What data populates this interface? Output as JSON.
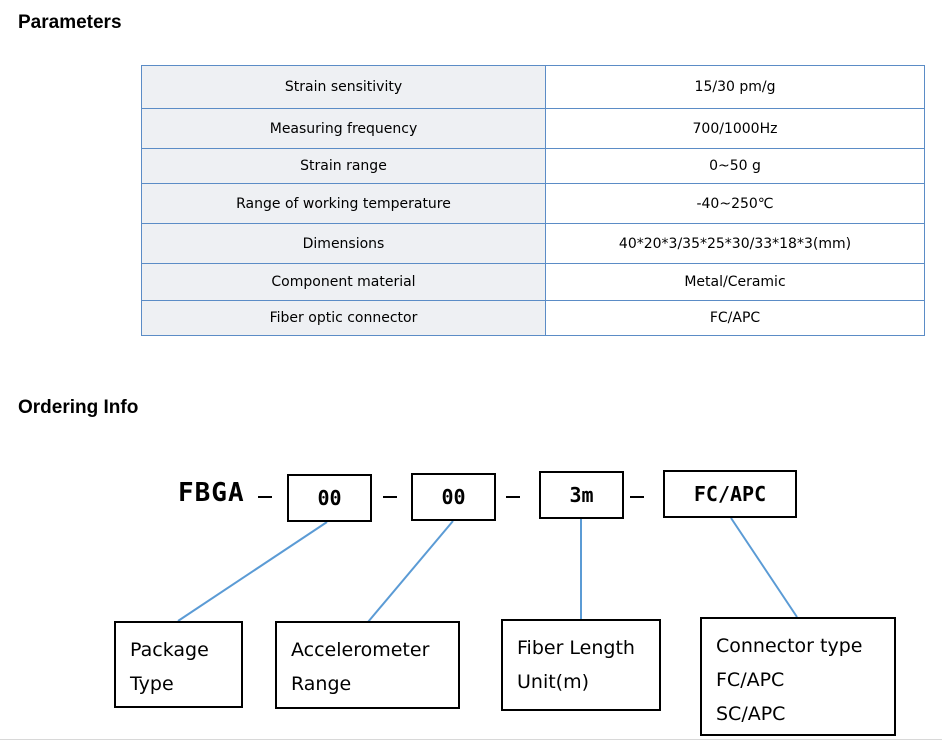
{
  "sections": {
    "parameters_title": "Parameters",
    "ordering_title": "Ordering Info"
  },
  "parameters": [
    {
      "label": "Strain sensitivity",
      "value": "15/30 pm/g"
    },
    {
      "label": "Measuring frequency",
      "value": "700/1000Hz"
    },
    {
      "label": "Strain range",
      "value": "0~50 g"
    },
    {
      "label": "Range of working temperature",
      "value": "-40~250℃"
    },
    {
      "label": "Dimensions",
      "value": "40*20*3/35*25*30/33*18*3(mm)"
    },
    {
      "label": "Component material",
      "value": "Metal/Ceramic"
    },
    {
      "label": "Fiber optic connector",
      "value": "FC/APC"
    }
  ],
  "ordering": {
    "prefix": "FBGA",
    "codes": [
      "00",
      "00",
      "3m",
      "FC/APC"
    ],
    "descriptions": [
      {
        "lines": [
          "Package",
          "Type"
        ]
      },
      {
        "lines": [
          "Accelerometer",
          "Range"
        ]
      },
      {
        "lines": [
          "Fiber Length",
          "Unit(m)"
        ]
      },
      {
        "lines": [
          "Connector type",
          "FC/APC",
          "SC/APC"
        ]
      }
    ]
  },
  "colors": {
    "table_border": "#5b8cc6",
    "label_cell_bg": "#eef0f3",
    "connector_line": "#5b9bd5"
  }
}
